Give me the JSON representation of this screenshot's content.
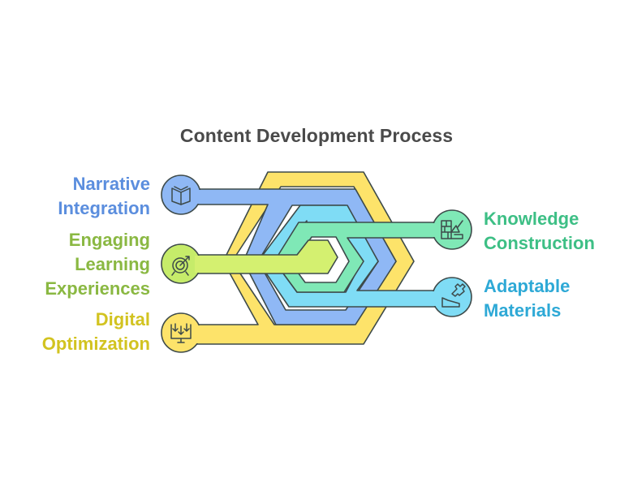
{
  "title": "Content Development Process",
  "colors": {
    "narrative": "#5b8ede",
    "engaging": "#8ab842",
    "digital": "#d6c92a",
    "knowledge": "#3dbf85",
    "adaptable": "#2ea9d6"
  },
  "left_items": [
    {
      "lines": [
        "Narrative",
        "Integration"
      ],
      "icon": "open-book-icon"
    },
    {
      "lines": [
        "Engaging",
        "Learning",
        "Experiences"
      ],
      "icon": "target-arrow-icon"
    },
    {
      "lines": [
        "Digital",
        "Optimization"
      ],
      "icon": "monitor-download-icon"
    }
  ],
  "right_items": [
    {
      "lines": [
        "Knowledge",
        "Construction"
      ],
      "icon": "brick-wall-trowel-icon"
    },
    {
      "lines": [
        "Adaptable",
        "Materials"
      ],
      "icon": "hand-puzzle-icon"
    }
  ]
}
